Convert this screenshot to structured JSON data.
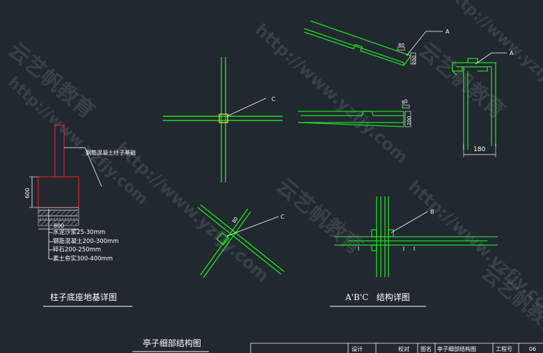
{
  "drawing": {
    "titles": {
      "foundation": "柱子底座地基详图",
      "structure": "A'B'C   结构详图",
      "pavilion": "亭子细部结构图"
    },
    "foundation_labels": {
      "column": "钢筋混凝土柱子基础",
      "layer1": "水泥沙浆25-30mm",
      "layer2": "钢筋混凝土200-300mm",
      "layer3": "碎石200-250mm",
      "layer4": "素土夯实300-400mm",
      "dim_height": "600",
      "dim_width": "800"
    },
    "callouts": {
      "a1": "A",
      "a2": "A",
      "c1": "C",
      "c2": "C",
      "b": "B"
    },
    "dimensions": {
      "d80_top": "80",
      "d200_top": "200",
      "d80_mid": "80",
      "d200_mid": "200",
      "d180": "180",
      "d80_diag": "80"
    },
    "title_block": {
      "cell1": "设计",
      "cell2": "校对",
      "cell3": "图名",
      "cell4": "亭子细部结构图",
      "cell5": "工程号",
      "cell6": "06"
    }
  },
  "watermark": {
    "url": "http://www.yzfjy.com",
    "brand": "云艺帆教育"
  },
  "colors": {
    "background": "#212830",
    "line_green": "#22dd22",
    "line_red": "#dd2222",
    "line_white": "#ffffff"
  }
}
